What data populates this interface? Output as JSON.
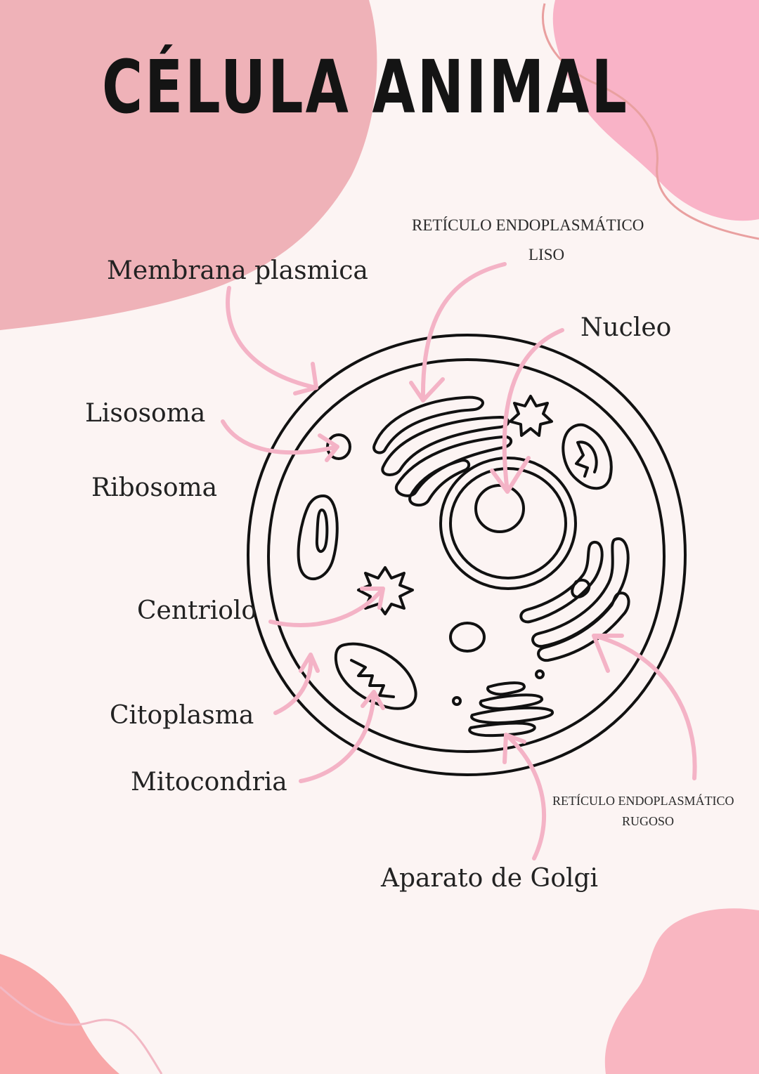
{
  "title": "CÉLULA ANIMAL",
  "colors": {
    "background": "#fcf4f3",
    "blob_top_left": "#efb2b8",
    "blob_top_right": "#f9b3c7",
    "blob_bottom": "#f8a7a8",
    "arrow": "#f4b3c6",
    "line": "#111111"
  },
  "labels": {
    "membrana": "Membrana plasmica",
    "rel_line1": "RETÍCULO ENDOPLASMÁTICO",
    "rel_line2": "LISO",
    "nucleo": "Nucleo",
    "lisosoma": "Lisosoma",
    "ribosoma": "Ribosoma",
    "centriolo": "Centriolo",
    "citoplasma": "Citoplasma",
    "mitocondria": "Mitocondria",
    "rer_line1": "RETÍCULO ENDOPLASMÁTICO",
    "rer_line2": "RUGOSO",
    "golgi": "Aparato de Golgi"
  }
}
